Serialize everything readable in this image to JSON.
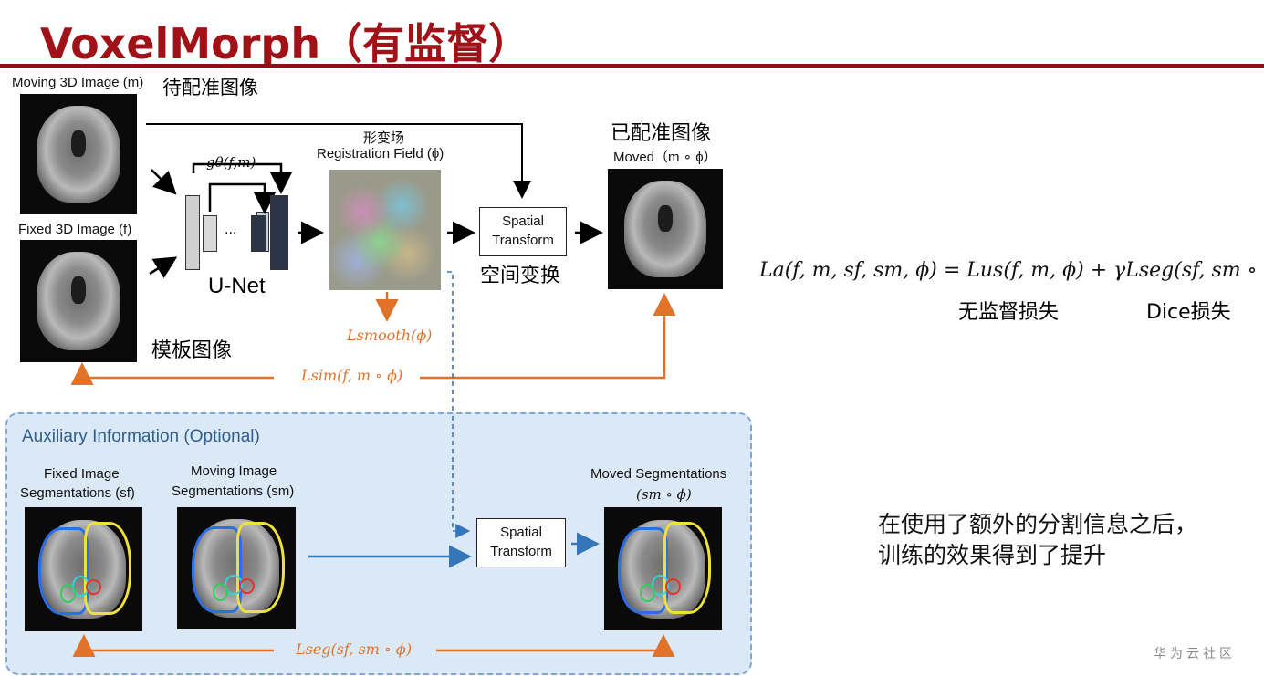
{
  "header": {
    "title": "VoxelMorph（有监督）"
  },
  "diagram": {
    "moving_label_en": "Moving 3D Image (m)",
    "moving_label_cn": "待配准图像",
    "fixed_label_en": "Fixed 3D Image (f)",
    "template_label_cn": "模板图像",
    "unet_func": "gθ(f,m)",
    "unet_dots": "...",
    "unet_label": "U-Net",
    "regfield_cn": "形变场",
    "regfield_en": "Registration Field (ϕ)",
    "spatial_transform": "Spatial Transform",
    "spatial_transform_cn": "空间变换",
    "moved_cn": "已配准图像",
    "moved_en": "Moved（m ∘ ϕ）",
    "l_smooth": "Lsmooth(ϕ)",
    "l_sim": "Lsim(f, m ∘ ϕ)"
  },
  "auxiliary": {
    "title": "Auxiliary Information (Optional)",
    "fixed_seg": [
      "Fixed Image",
      "Segmentations (sf)"
    ],
    "moving_seg": [
      "Moving Image",
      "Segmentations (sm)"
    ],
    "moved_seg": [
      "Moved Segmentations",
      "(sm ∘ ϕ)"
    ],
    "spatial_transform": "Spatial Transform",
    "l_seg": "Lseg(sf, sm ∘ ϕ)"
  },
  "formula": {
    "equation": "La(f, m, sf, sm, ϕ) = Lus(f, m, ϕ) + γLseg(sf, sm ∘ ϕ)",
    "label_unsup": "无监督损失",
    "label_dice": "Dice损失"
  },
  "note": [
    "在使用了额外的分割信息之后，",
    "训练的效果得到了提升"
  ],
  "footer": "华为云社区",
  "colors": {
    "title": "#a11218",
    "loss": "#e0722a",
    "seg_arrow": "#3576b8",
    "aux_bg": "#dbe8f5"
  }
}
